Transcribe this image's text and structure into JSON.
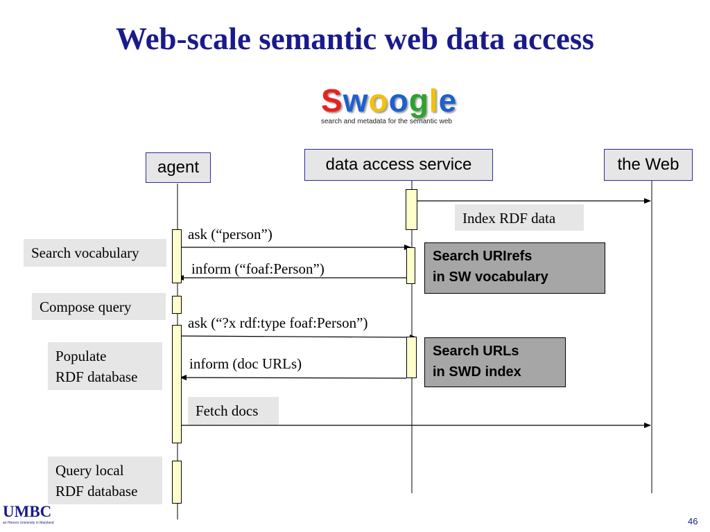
{
  "slide": {
    "title": "Web-scale semantic web data access",
    "page_number": "46"
  },
  "logo": {
    "letters": [
      {
        "char": "S",
        "color": "#e8211c"
      },
      {
        "char": "w",
        "color": "#1c5fd0"
      },
      {
        "char": "o",
        "color": "#f2c20b"
      },
      {
        "char": "o",
        "color": "#1c5fd0"
      },
      {
        "char": "g",
        "color": "#2ea22e"
      },
      {
        "char": "l",
        "color": "#f2c20b"
      },
      {
        "char": "e",
        "color": "#1c5fd0"
      }
    ],
    "tagline": "search and metadata for the semantic web"
  },
  "actors": {
    "agent": "agent",
    "service": "data access service",
    "web": "the Web"
  },
  "labels": {
    "search_vocabulary": "Search vocabulary",
    "compose_query": "Compose query",
    "populate_line1": "Populate",
    "populate_line2": "RDF database",
    "query_line1": "Query local",
    "query_line2": "RDF database",
    "index_rdf": "Index RDF data",
    "fetch_docs": "Fetch docs"
  },
  "boxes": {
    "uri_line1": "Search URIrefs",
    "uri_line2": "in SW vocabulary",
    "url_line1": "Search URLs",
    "url_line2": "in SWD index"
  },
  "messages": {
    "ask_person": "ask (“person”)",
    "inform_foaf": "inform (“foaf:Person”)",
    "ask_type": "ask (“?x rdf:type foaf:Person”)",
    "inform_urls": "inform (doc URLs)"
  },
  "footer": {
    "org": "UMBC",
    "org_sub": "an Honors University in Maryland"
  },
  "colors": {
    "title": "#1a1a8c",
    "activation": "#ffffcc",
    "label_bg": "#e6e6e6",
    "dark_box_bg": "#a6a6a6",
    "actor_border": "#2a2aa0"
  }
}
